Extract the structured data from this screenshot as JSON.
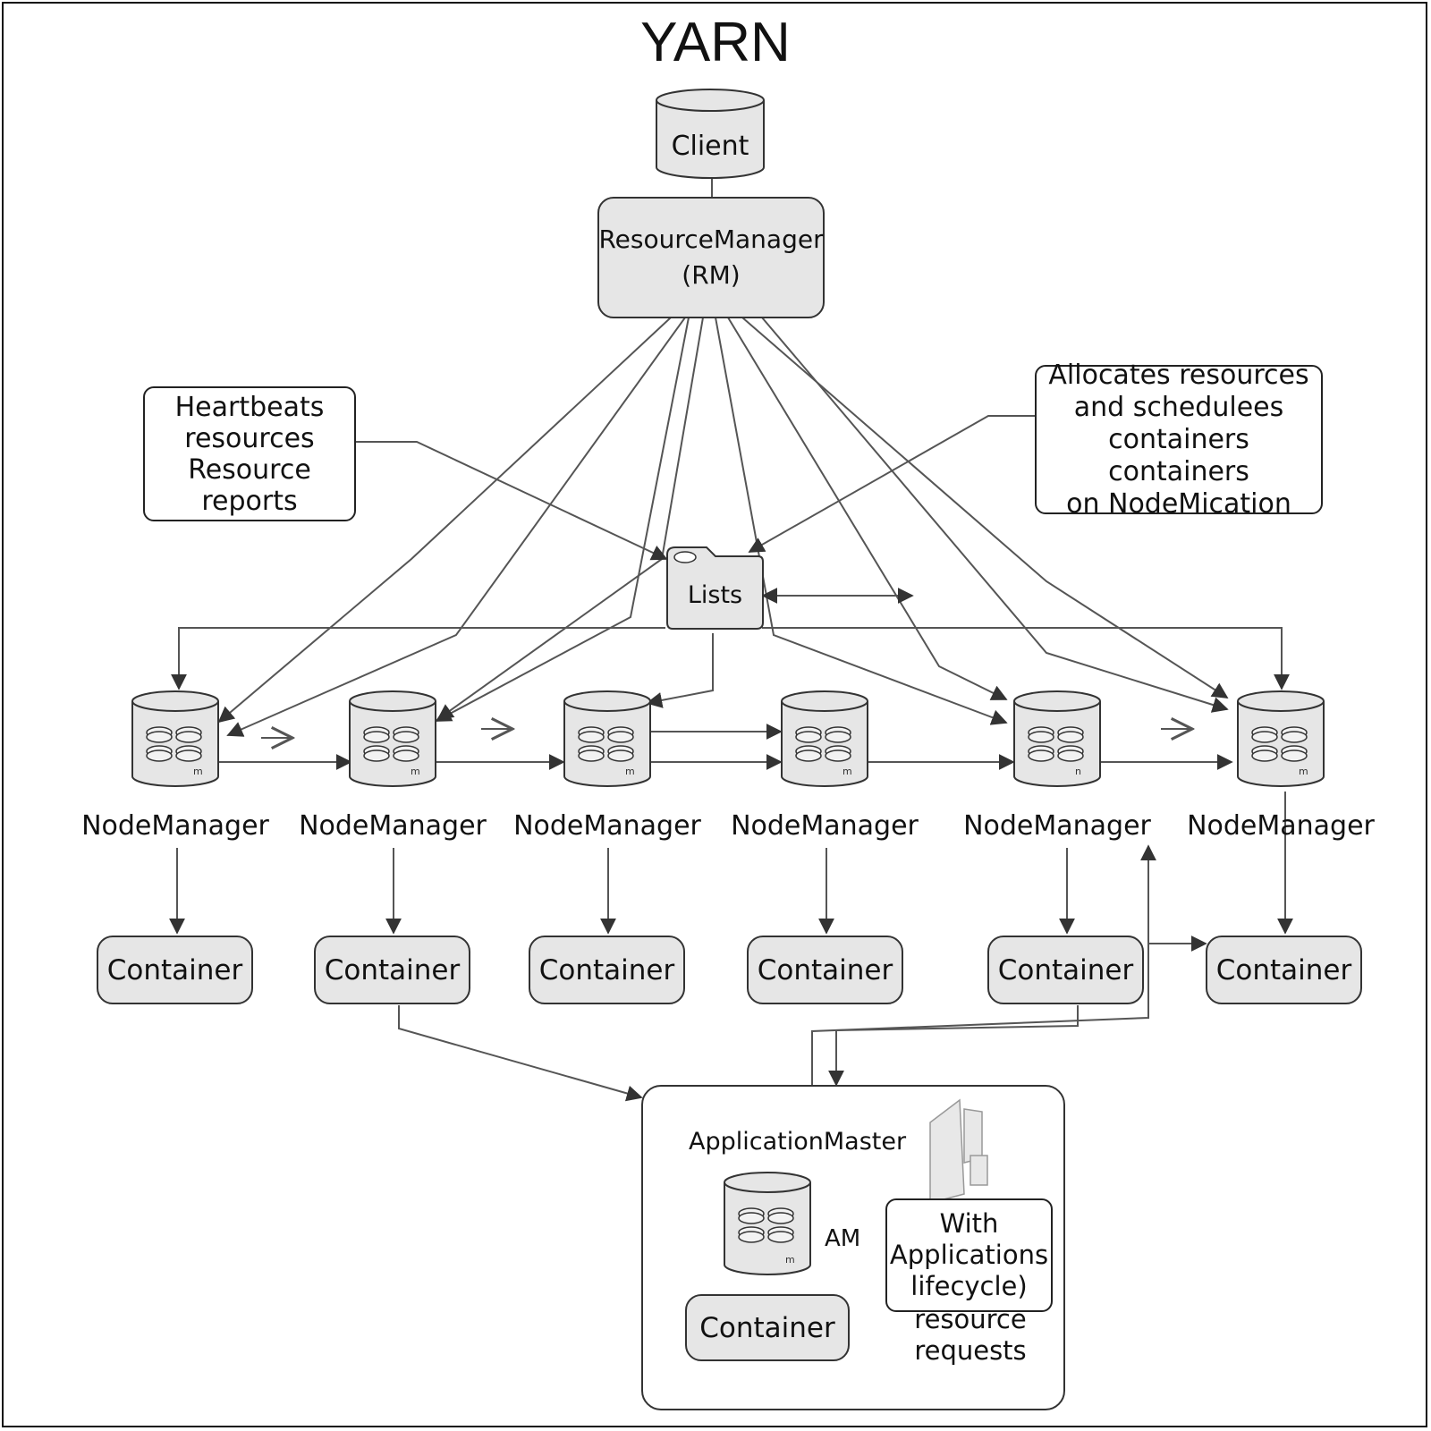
{
  "title": "YARN",
  "client": {
    "label": "Client"
  },
  "resource_manager": {
    "label": "ResourceManager\n(RM)"
  },
  "note_left": {
    "text": "Heartbeats\nresources\nResource\nreports"
  },
  "note_right": {
    "text": "Allocates resources\nand schedulees\ncontainers containers\non NodeMication"
  },
  "lists": {
    "label": "Lists"
  },
  "node_managers": [
    {
      "label": "NodeManager",
      "disk_mark": "m"
    },
    {
      "label": "NodeManager",
      "disk_mark": "m"
    },
    {
      "label": "NodeManager",
      "disk_mark": "m"
    },
    {
      "label": "NodeManager",
      "disk_mark": "m"
    },
    {
      "label": "NodeManager",
      "disk_mark": "n"
    },
    {
      "label": "NodeManager",
      "disk_mark": "m"
    }
  ],
  "containers": [
    {
      "label": "Container"
    },
    {
      "label": "Container"
    },
    {
      "label": "Container"
    },
    {
      "label": "Container"
    },
    {
      "label": "Container"
    },
    {
      "label": "Container"
    }
  ],
  "application_master": {
    "title": "ApplicationMaster",
    "am_label": "AM",
    "disk_mark": "m",
    "container_label": "Container",
    "note_text": "With\nApplications\nlifecycle)",
    "below_text": "resource\nrequests"
  },
  "colors": {
    "fill": "#e6e6e6",
    "stroke": "#333333",
    "line": "#555555"
  }
}
